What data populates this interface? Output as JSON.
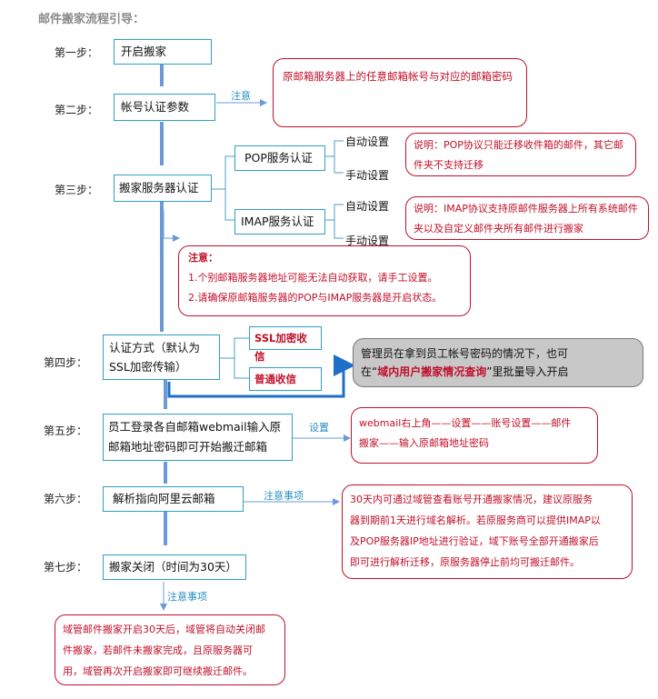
{
  "title": "邮件搬家流程引导：",
  "steps": {
    "s1": {
      "label": "第一步：",
      "box": "开启搬家"
    },
    "s2": {
      "label": "第二步：",
      "box": "帐号认证参数",
      "note": "注意",
      "callout": "原邮箱服务器上的任意邮箱帐号与对应的邮箱密码"
    },
    "s3": {
      "label": "第三步：",
      "box": "搬家服务器认证",
      "pop": "POP服务认证",
      "imap": "IMAP服务认证",
      "auto": "自动设置",
      "manual": "手动设置",
      "pop_note": "说明：POP协议只能迁移收件箱的邮件，其它邮件夹不支持迁移",
      "imap_note": "说明：IMAP协议支持原邮件服务器上所有系统邮件夹以及自定义邮件夹所有邮件进行搬家",
      "warn_title": "注意：",
      "warn_1": "1.个别邮箱服务器地址可能无法自动获取，请手工设置。",
      "warn_2": "2.请确保原邮箱服务器的POP与IMAP服务器是开启状态。"
    },
    "s4": {
      "label": "第四步：",
      "box_1": "认证方式（默认为",
      "box_2": "SSL加密传输）",
      "ssl": "SSL加密收信",
      "normal": "普通收信",
      "admin_1": "管理员在拿到员工帐号密码的情况下，也可",
      "admin_2a": "在“",
      "admin_2b": "域内用户搬家情况查询",
      "admin_2c": "”里批量导入开启"
    },
    "s5": {
      "label": "第五步：",
      "box_1": "员工登录各自邮箱webmail输入原",
      "box_2": "邮箱地址密码即可开始搬迁邮箱",
      "note": "设置",
      "callout_1": "webmail右上角——设置——账号设置——邮件",
      "callout_2": "搬家——输入原邮箱地址密码"
    },
    "s6": {
      "label": "第六步：",
      "box": "解析指向阿里云邮箱",
      "note": "注意事项",
      "callout_1": "30天内可通过域管查看账号开通搬家情况，建议原服务",
      "callout_2": "器到期前1天进行域名解析。若原服务商可以提供IMAP以",
      "callout_3": "及POP服务器IP地址进行验证，域下账号全部开通搬家后",
      "callout_4": "即可进行解析迁移，原服务器停止前均可搬迁邮件。"
    },
    "s7": {
      "label": "第七步：",
      "box": "搬家关闭（时间为30天）",
      "note": "注意事项",
      "callout_1": "域管邮件搬家开启30天后，域管将自动关闭邮",
      "callout_2": "件搬家，若邮件未搬家完成，且原服务器可",
      "callout_3": "用，域管再次开启搬家即可继续搬迁邮件。"
    }
  },
  "colors": {
    "blue": "#2f8fc8",
    "red": "#c0102a",
    "arrow": "#5a8fd0",
    "gray": "#c8c8c8"
  }
}
